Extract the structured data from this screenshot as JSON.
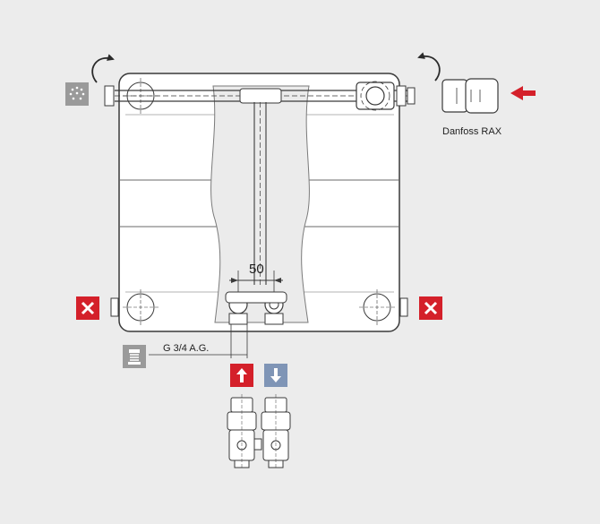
{
  "labels": {
    "valve_insert": "Danfoss RAX",
    "connection_spacing": "50",
    "thread": "G 3/4 A.G."
  },
  "colors": {
    "background": "#ececec",
    "outline": "#3a3a3a",
    "closed_plug": "#d4202a",
    "flow_supply": "#d4202a",
    "flow_return": "#7f95b6",
    "symbol_grey": "#9a9a9a"
  },
  "icons": {
    "air_vent": "air-vent-icon",
    "closed_left": "plug-closed-icon",
    "closed_right": "plug-closed-icon",
    "sealing": "thread-seal-icon",
    "supply": "arrow-up-icon",
    "return": "arrow-down-icon",
    "insert_direction": "arrow-left-icon"
  }
}
